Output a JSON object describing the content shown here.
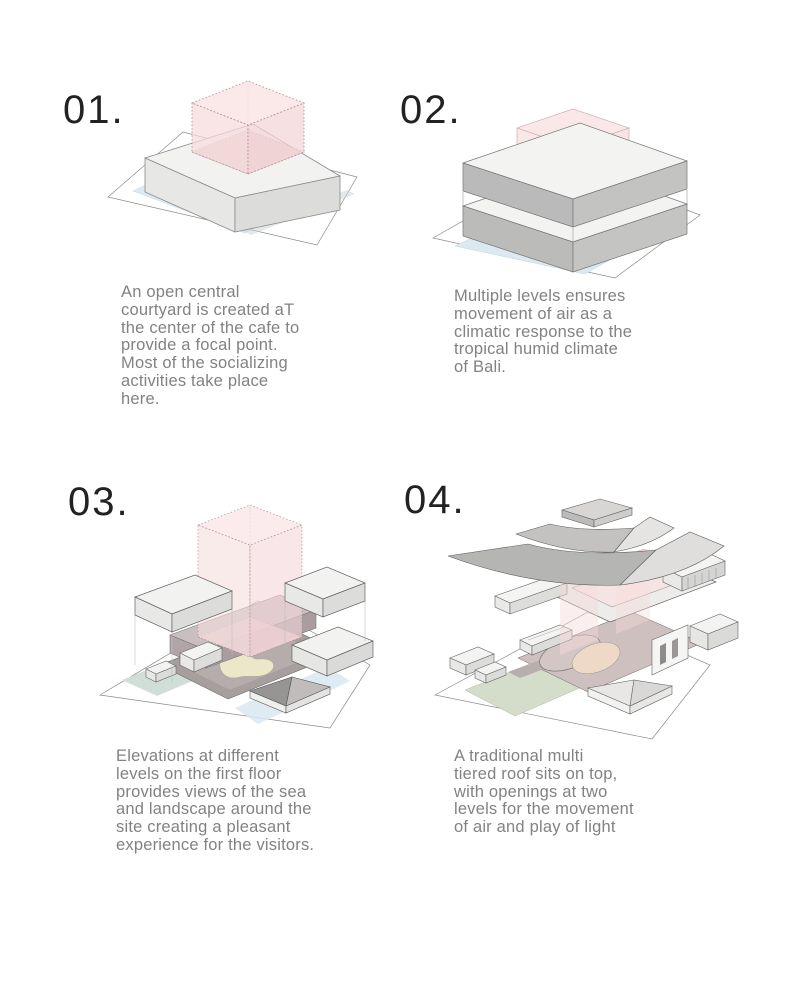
{
  "page": {
    "background": "#ffffff"
  },
  "palette": {
    "number_color": "#222222",
    "caption_color": "#828282",
    "courtyard_pink": "#f7dddd",
    "pink_edge": "#ab9193",
    "massing_top": "#f2f2f1",
    "massing_front": "#e7e7e6",
    "massing_side": "#dcdcdb",
    "slab_gray": "#bcbcbb",
    "site_blue": "#dce9f0",
    "landscape_teal": "#cfdfd8",
    "lawn_green": "#d4ddca",
    "pool_yellow": "#ebe7c9",
    "dome_peach": "#eed9c6",
    "roof_dark": "#b5b5b4",
    "roof_light": "#dfdedd",
    "outline": "#777777"
  },
  "panels": [
    {
      "number": "01.",
      "diagram": "courtyard-massing-axon",
      "caption": "An open central\ncourtyard is created aT\nthe center of the cafe to\nprovide a focal point.\nMost of the socializing\nactivities take place\nhere."
    },
    {
      "number": "02.",
      "diagram": "stacked-levels-axon",
      "caption": "Multiple levels ensures\nmovement of air as a\nclimatic response to the\ntropical humid climate\nof Bali."
    },
    {
      "number": "03.",
      "diagram": "split-levels-exploded-axon",
      "caption": "Elevations at different\nlevels on the first floor\nprovides views of the sea\nand landscape around the\nsite creating a pleasant\nexperience for the visitors."
    },
    {
      "number": "04.",
      "diagram": "tiered-roof-exploded-axon",
      "caption": "A traditional multi\ntiered roof sits on top,\nwith openings at two\nlevels for the movement\nof air and play of light"
    }
  ]
}
